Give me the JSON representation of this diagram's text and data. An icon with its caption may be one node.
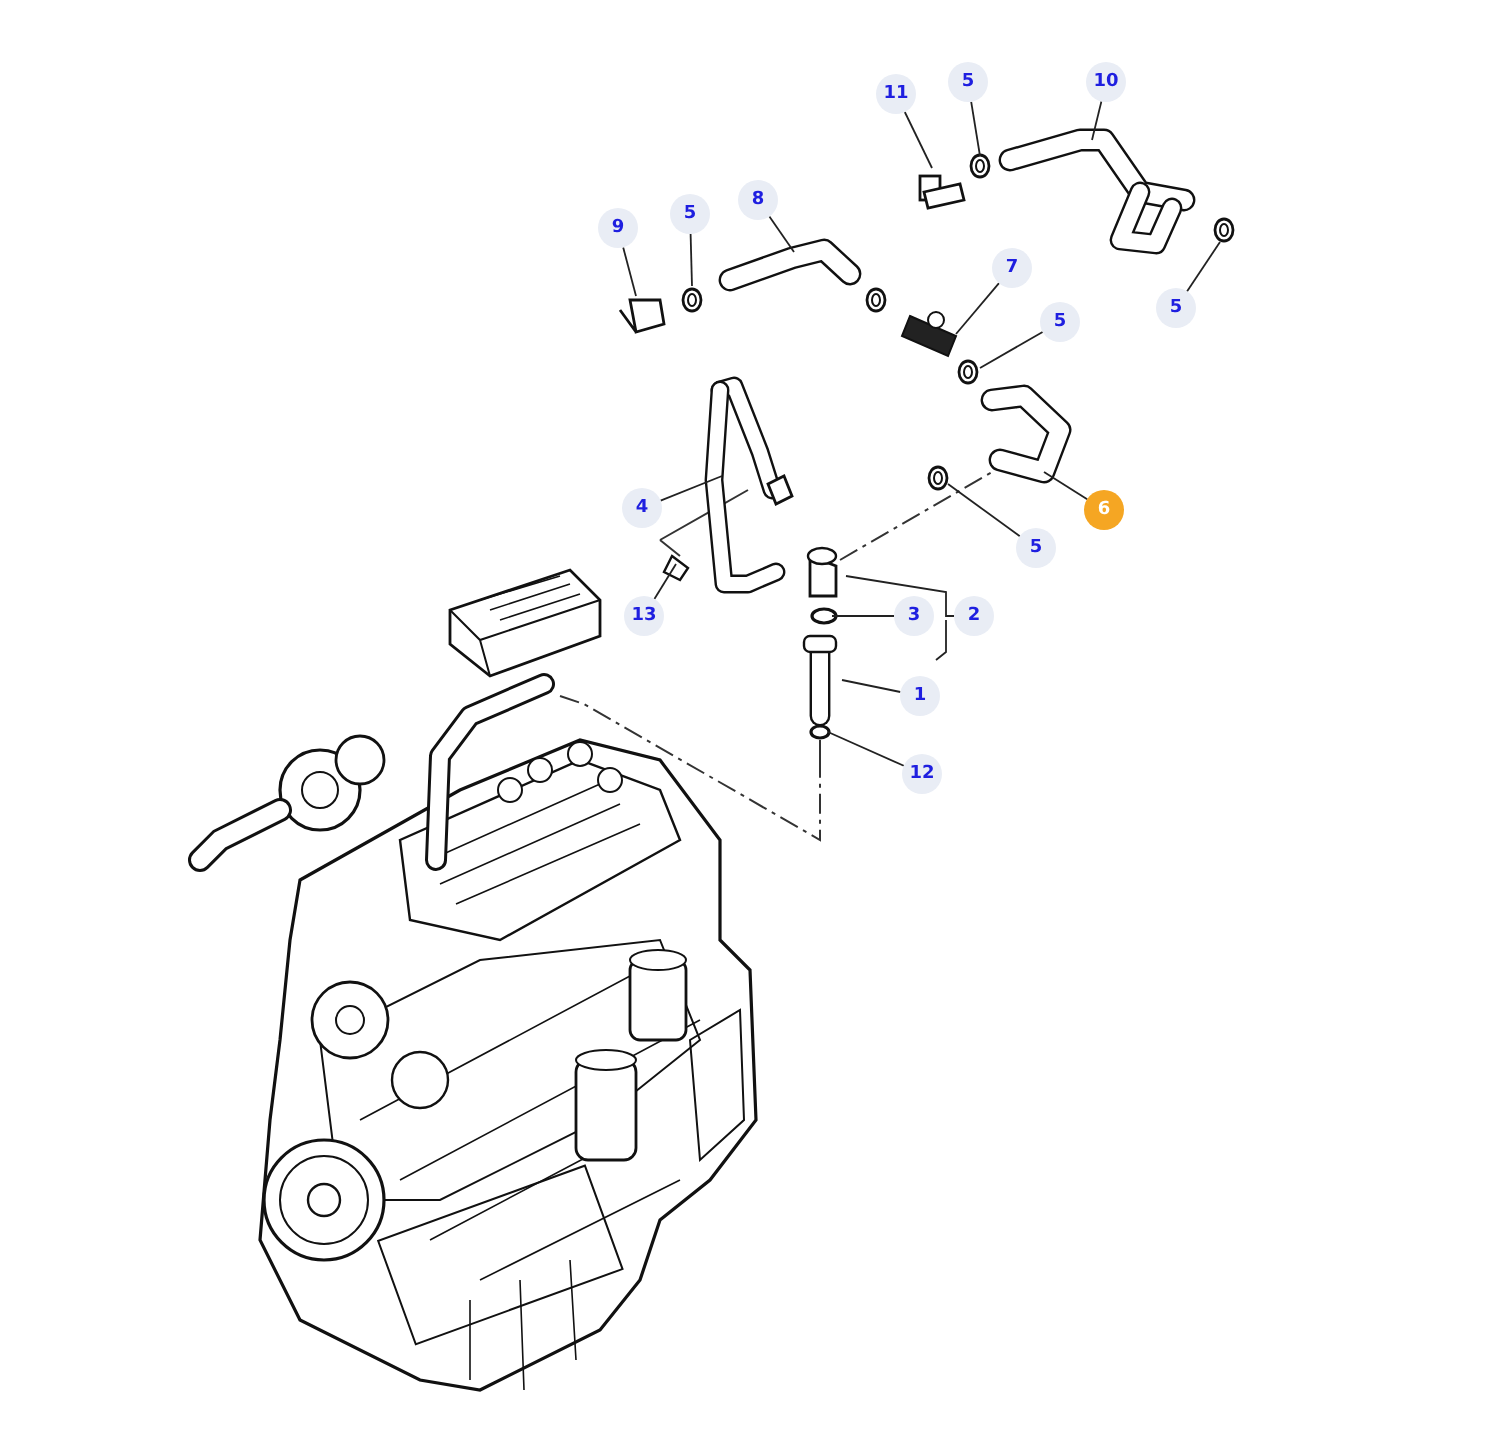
{
  "diagram": {
    "nodes": [
      {
        "text": [
          "11"
        ]
      },
      {
        "text": [
          "5"
        ]
      },
      {
        "text": [
          "10"
        ]
      },
      {
        "text": [
          "9"
        ]
      },
      {
        "text": [
          "5"
        ]
      },
      {
        "text": [
          "8"
        ]
      },
      {
        "text": [
          "7"
        ]
      },
      {
        "text": [
          "5"
        ]
      },
      {
        "text": [
          "5"
        ]
      },
      {
        "text": [
          "4"
        ]
      },
      {
        "text": [
          "6"
        ]
      },
      {
        "text": [
          "5"
        ]
      },
      {
        "text": [
          "13"
        ]
      },
      {
        "text": [
          "3"
        ]
      },
      {
        "text": [
          "2"
        ]
      },
      {
        "text": [
          "1"
        ]
      },
      {
        "text": [
          "12"
        ]
      }
    ],
    "edges": [
      {
        "from": 0,
        "to": null,
        "arrow": "none"
      },
      {
        "from": 1,
        "to": null,
        "arrow": "none"
      },
      {
        "from": 2,
        "to": null,
        "arrow": "none"
      },
      {
        "from": 3,
        "to": null,
        "arrow": "none"
      },
      {
        "from": 4,
        "to": null,
        "arrow": "none"
      },
      {
        "from": 5,
        "to": null,
        "arrow": "none"
      },
      {
        "from": 6,
        "to": null,
        "arrow": "none"
      },
      {
        "from": 7,
        "to": null,
        "arrow": "none"
      },
      {
        "from": 8,
        "to": null,
        "arrow": "none"
      },
      {
        "from": 9,
        "to": null,
        "arrow": "none"
      },
      {
        "from": 10,
        "to": null,
        "arrow": "none"
      },
      {
        "from": 11,
        "to": null,
        "arrow": "none"
      },
      {
        "from": 12,
        "to": null,
        "arrow": "none"
      },
      {
        "from": 13,
        "to": null,
        "arrow": "none"
      },
      {
        "from": 14,
        "to": null,
        "arrow": "none"
      },
      {
        "from": 15,
        "to": null,
        "arrow": "none"
      },
      {
        "from": 16,
        "to": null,
        "arrow": "none"
      }
    ]
  }
}
